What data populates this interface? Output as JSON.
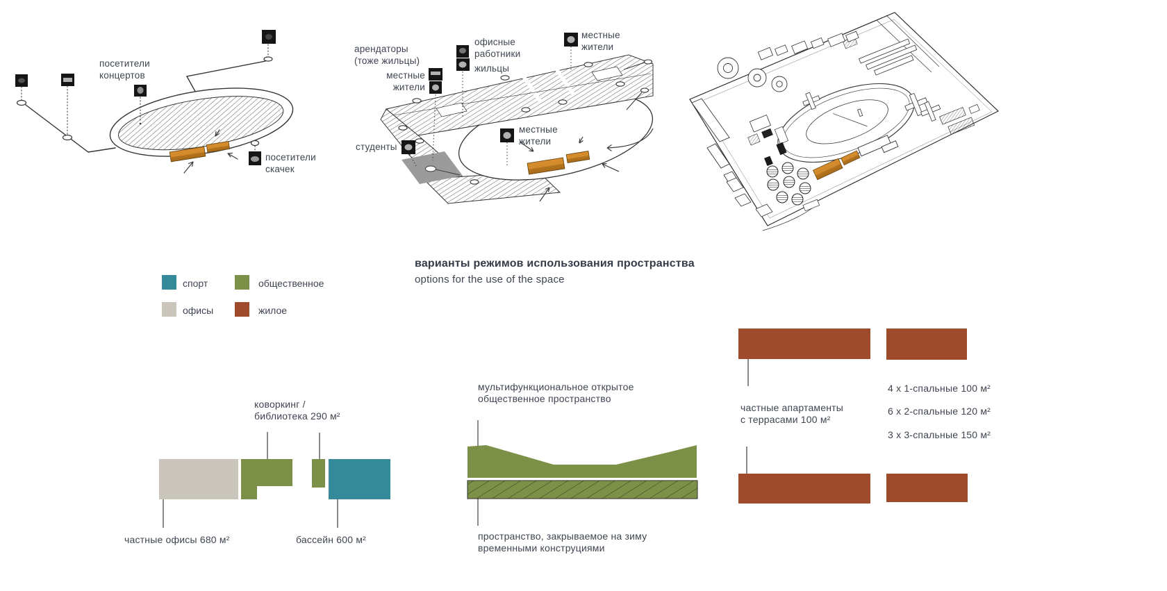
{
  "colors": {
    "sport": "#358a99",
    "public": "#7d9048",
    "offices": "#cbc6bb",
    "residential": "#9e4b2c",
    "accent_bar": "#d78d2e",
    "text": "#3e4450"
  },
  "title": {
    "ru": "варианты режимов использования пространства",
    "en": "options for the use of the space"
  },
  "legend": {
    "items": [
      {
        "id": "sport",
        "label": "спорт",
        "color": "#358a99"
      },
      {
        "id": "public",
        "label": "общественное",
        "color": "#7d9048"
      },
      {
        "id": "offices",
        "label": "офисы",
        "color": "#cbc6bb"
      },
      {
        "id": "residential",
        "label": "жилое",
        "color": "#9e4b2c"
      }
    ]
  },
  "scenario_events": {
    "labels": {
      "concert_visitors": "посетители\nконцертов",
      "race_visitors": "посетители\nскачек"
    }
  },
  "scenario_mixed": {
    "labels": {
      "tenants": "арендаторы\n(тоже жильцы)",
      "locals_left": "местные\nжители",
      "office_workers": "офисные\nработники",
      "residents": "жильцы",
      "locals_top": "местные\nжители",
      "locals_center": "местные\nжители",
      "students": "студенты"
    }
  },
  "program": {
    "offices": {
      "label": "частные офисы 680 м²"
    },
    "coworking": {
      "label": "коворкинг /\nбиблиотека 290 м²"
    },
    "pool": {
      "label": "бассейн 600 м²"
    },
    "public_space": {
      "label": "мультифункциональное открытое\nобщественное пространство"
    },
    "winter_space": {
      "label": "пространство, закрываемое на зиму\nвременными конструциями"
    },
    "apartments": {
      "label": "частные апартаменты\nс террасами 100 м²"
    },
    "apartment_types": [
      "4 x 1-спальные 100 м²",
      "6 x 2-спальные 120 м²",
      "3 x 3-спальные 150 м²"
    ]
  }
}
